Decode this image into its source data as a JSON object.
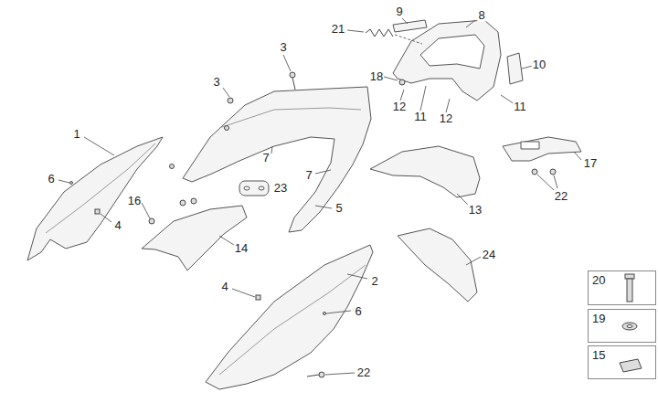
{
  "diagram": {
    "nodes": [
      {
        "text": [
          "20"
        ]
      },
      {
        "text": [
          "19"
        ]
      },
      {
        "text": [
          "15"
        ]
      }
    ],
    "labels": [
      "3",
      "21",
      "9",
      "8",
      "18",
      "10",
      "3",
      "12",
      "11",
      "12",
      "11",
      "17",
      "1",
      "6",
      "7",
      "7",
      "13",
      "16",
      "23",
      "4",
      "5",
      "14",
      "22",
      "24",
      "2",
      "4",
      "6",
      "22"
    ]
  }
}
